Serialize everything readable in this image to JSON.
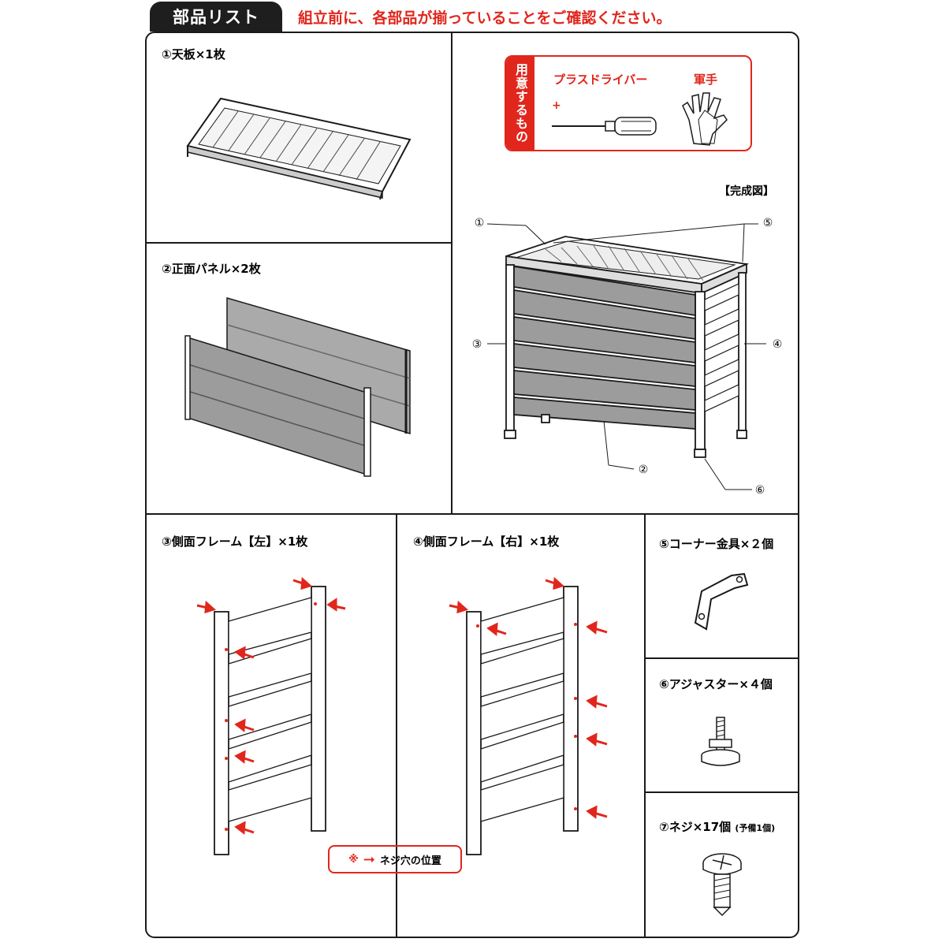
{
  "header": {
    "tab_label": "部品リスト",
    "note": "組立前に、各部品が揃っていることをご確認ください。"
  },
  "parts": {
    "p1": "①天板×1枚",
    "p2": "②正面パネル×2枚",
    "p3": "③側面フレーム【左】×1枚",
    "p4": "④側面フレーム【右】×1枚",
    "p5": "⑤コーナー金具×２個",
    "p6": "⑥アジャスター×４個",
    "p7": "⑦ネジ×17個",
    "p7_note": "(予備1個)"
  },
  "tools": {
    "side_label": "用意するもの",
    "driver": "プラスドライバー",
    "gloves": "軍手",
    "plus_symbol": "+"
  },
  "assembly": {
    "title": "【完成図】",
    "c1": "①",
    "c2": "②",
    "c3": "③",
    "c4": "④",
    "c5": "⑤",
    "c6": "⑥"
  },
  "legend": {
    "mark": "※",
    "text": "ネジ穴の位置"
  },
  "colors": {
    "accent_red": "#e1261c",
    "panel_gray": "#9c9c9c",
    "line_dark": "#1a1a1a"
  }
}
